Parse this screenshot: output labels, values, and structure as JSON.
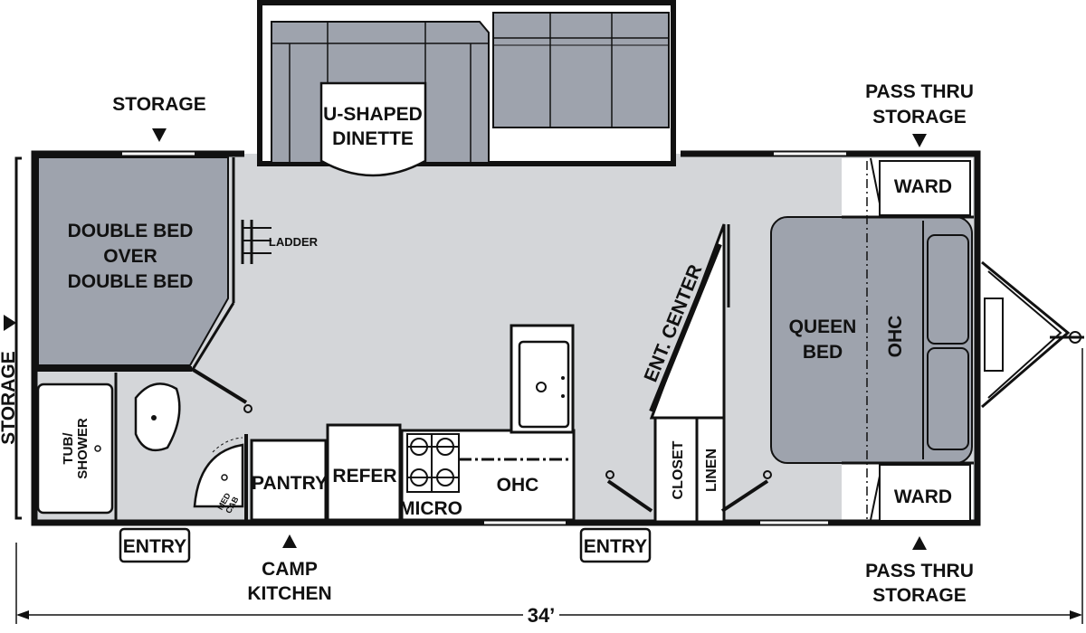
{
  "colors": {
    "floor": "#d4d6d9",
    "furniture": "#9ea3ad",
    "wall": "#111111",
    "background": "#ffffff"
  },
  "labels": {
    "storage_top": "STORAGE",
    "storage_left": "STORAGE",
    "dinette_line1": "U-SHAPED",
    "dinette_line2": "DINETTE",
    "bunk_line1": "DOUBLE BED",
    "bunk_line2": "OVER",
    "bunk_line3": "DOUBLE BED",
    "ladder": "LADDER",
    "tub_line1": "TUB/",
    "tub_line2": "SHOWER",
    "med_cab_line1": "MED",
    "med_cab_line2": "CAB",
    "pantry": "PANTRY",
    "refer": "REFER",
    "micro": "MICRO",
    "ohc_kitchen": "OHC",
    "ent_center": "ENT. CENTER",
    "closet": "CLOSET",
    "linen": "LINEN",
    "queen_line1": "QUEEN",
    "queen_line2": "BED",
    "ohc_bedroom": "OHC",
    "ward_top": "WARD",
    "ward_bottom": "WARD",
    "pass_thru_top_line1": "PASS THRU",
    "pass_thru_top_line2": "STORAGE",
    "pass_thru_bottom_line1": "PASS THRU",
    "pass_thru_bottom_line2": "STORAGE",
    "entry_left": "ENTRY",
    "entry_right": "ENTRY",
    "camp_kitchen_line1": "CAMP",
    "camp_kitchen_line2": "KITCHEN",
    "length": "34’"
  }
}
